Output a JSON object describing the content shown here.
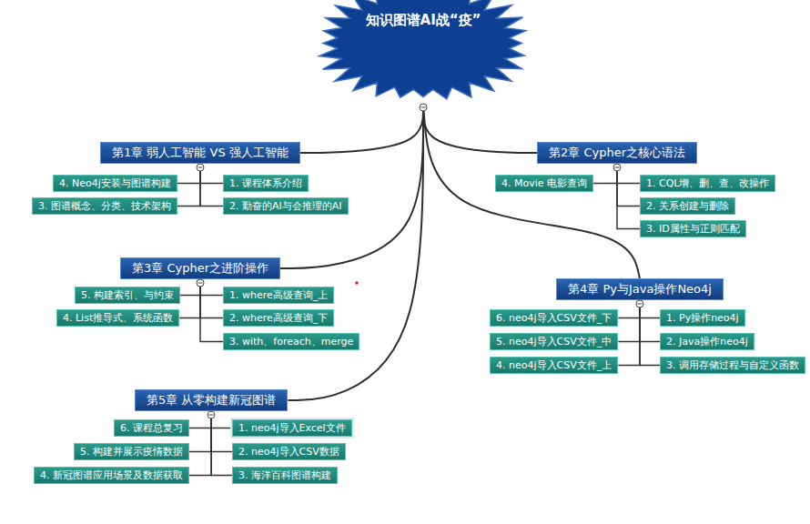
{
  "diagram": {
    "nodes": [
      {
        "text": [
          "知识图谱AI战“疫”"
        ]
      },
      {
        "text": [
          "第1章 弱人工智能 VS 强人工智能"
        ]
      },
      {
        "text": [
          "1. 课程体系介绍"
        ]
      },
      {
        "text": [
          "2. 勤奋的AI与会推理的AI"
        ]
      },
      {
        "text": [
          "3. 图谱概念、分类、技术架构"
        ]
      },
      {
        "text": [
          "4. Neo4j安装与图谱构建"
        ]
      },
      {
        "text": [
          "第2章 Cypher之核心语法"
        ]
      },
      {
        "text": [
          "1. CQL增、删、查、改操作"
        ]
      },
      {
        "text": [
          "2. 关系创建与删除"
        ]
      },
      {
        "text": [
          "3. ID属性与正则匹配"
        ]
      },
      {
        "text": [
          "4. Movie 电影查询"
        ]
      },
      {
        "text": [
          "第3章 Cypher之进阶操作"
        ]
      },
      {
        "text": [
          "1. where高级查询_上"
        ]
      },
      {
        "text": [
          "2. where高级查询_下"
        ]
      },
      {
        "text": [
          "3. with、foreach、merge"
        ]
      },
      {
        "text": [
          "4. List推导式、系统函数"
        ]
      },
      {
        "text": [
          "5. 构建索引、与约束"
        ]
      },
      {
        "text": [
          "第4章 Py与Java操作Neo4j"
        ]
      },
      {
        "text": [
          "1. Py操作neo4j"
        ]
      },
      {
        "text": [
          "2. Java操作neo4j"
        ]
      },
      {
        "text": [
          "3. 调用存储过程与自定义函数"
        ]
      },
      {
        "text": [
          "4. neo4j导入CSV文件_上"
        ]
      },
      {
        "text": [
          "5. neo4j导入CSV文件_中"
        ]
      },
      {
        "text": [
          "6. neo4j导入CSV文件_下"
        ]
      },
      {
        "text": [
          "第5章 从零构建新冠图谱"
        ]
      },
      {
        "text": [
          "1. neo4j导入Excel文件"
        ]
      },
      {
        "text": [
          "2. neo4j导入CSV数据"
        ]
      },
      {
        "text": [
          "3. 海洋百科图谱构建"
        ]
      },
      {
        "text": [
          "4. 新冠图谱应用场景及数据获取"
        ]
      },
      {
        "text": [
          "5. 构建并展示疫情数据"
        ]
      },
      {
        "text": [
          "6. 课程总复习"
        ]
      }
    ],
    "edges": [
      {
        "from": 0,
        "to": 1,
        "arrow": "none"
      },
      {
        "from": 0,
        "to": 6,
        "arrow": "none"
      },
      {
        "from": 0,
        "to": 11,
        "arrow": "none"
      },
      {
        "from": 0,
        "to": 17,
        "arrow": "none"
      },
      {
        "from": 0,
        "to": 24,
        "arrow": "none"
      },
      {
        "from": 1,
        "to": 2,
        "arrow": "none"
      },
      {
        "from": 1,
        "to": 3,
        "arrow": "none"
      },
      {
        "from": 1,
        "to": 4,
        "arrow": "none"
      },
      {
        "from": 1,
        "to": 5,
        "arrow": "none"
      },
      {
        "from": 6,
        "to": 7,
        "arrow": "none"
      },
      {
        "from": 6,
        "to": 8,
        "arrow": "none"
      },
      {
        "from": 6,
        "to": 9,
        "arrow": "none"
      },
      {
        "from": 6,
        "to": 10,
        "arrow": "none"
      },
      {
        "from": 11,
        "to": 12,
        "arrow": "none"
      },
      {
        "from": 11,
        "to": 13,
        "arrow": "none"
      },
      {
        "from": 11,
        "to": 14,
        "arrow": "none"
      },
      {
        "from": 11,
        "to": 15,
        "arrow": "none"
      },
      {
        "from": 11,
        "to": 16,
        "arrow": "none"
      },
      {
        "from": 17,
        "to": 18,
        "arrow": "none"
      },
      {
        "from": 17,
        "to": 19,
        "arrow": "none"
      },
      {
        "from": 17,
        "to": 20,
        "arrow": "none"
      },
      {
        "from": 17,
        "to": 21,
        "arrow": "none"
      },
      {
        "from": 17,
        "to": 22,
        "arrow": "none"
      },
      {
        "from": 17,
        "to": 23,
        "arrow": "none"
      },
      {
        "from": 24,
        "to": 25,
        "arrow": "none"
      },
      {
        "from": 24,
        "to": 26,
        "arrow": "none"
      },
      {
        "from": 24,
        "to": 27,
        "arrow": "none"
      },
      {
        "from": 24,
        "to": 28,
        "arrow": "none"
      },
      {
        "from": 24,
        "to": 29,
        "arrow": "none"
      },
      {
        "from": 24,
        "to": 30,
        "arrow": "none"
      }
    ]
  }
}
